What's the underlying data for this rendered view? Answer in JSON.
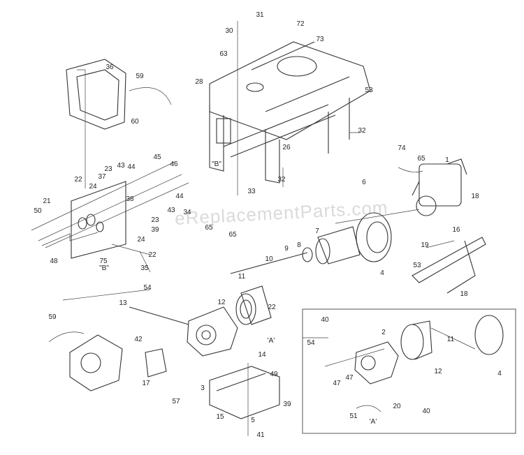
{
  "watermark": "eReplacementParts.com",
  "callouts": [
    "31",
    "30",
    "72",
    "63",
    "73",
    "28",
    "53",
    "36",
    "59",
    "60",
    "26",
    "32",
    "\"B\"",
    "32",
    "74",
    "65",
    "1",
    "45",
    "46",
    "22",
    "24",
    "44",
    "43",
    "23",
    "37",
    "38",
    "44",
    "6",
    "18",
    "33",
    "21",
    "50",
    "43",
    "39",
    "23",
    "34",
    "65",
    "65",
    "16",
    "7",
    "9",
    "8",
    "24",
    "19",
    "75",
    "48",
    "\"B\"",
    "35",
    "22",
    "4",
    "53",
    "11",
    "10",
    "18",
    "54",
    "12",
    "13",
    "22",
    "40",
    "2",
    "11",
    "'A'",
    "14",
    "59",
    "42",
    "54",
    "12",
    "4",
    "17",
    "49",
    "47",
    "47",
    "40",
    "20",
    "3",
    "57",
    "51",
    "'A'",
    "15",
    "5",
    "39",
    "41"
  ]
}
